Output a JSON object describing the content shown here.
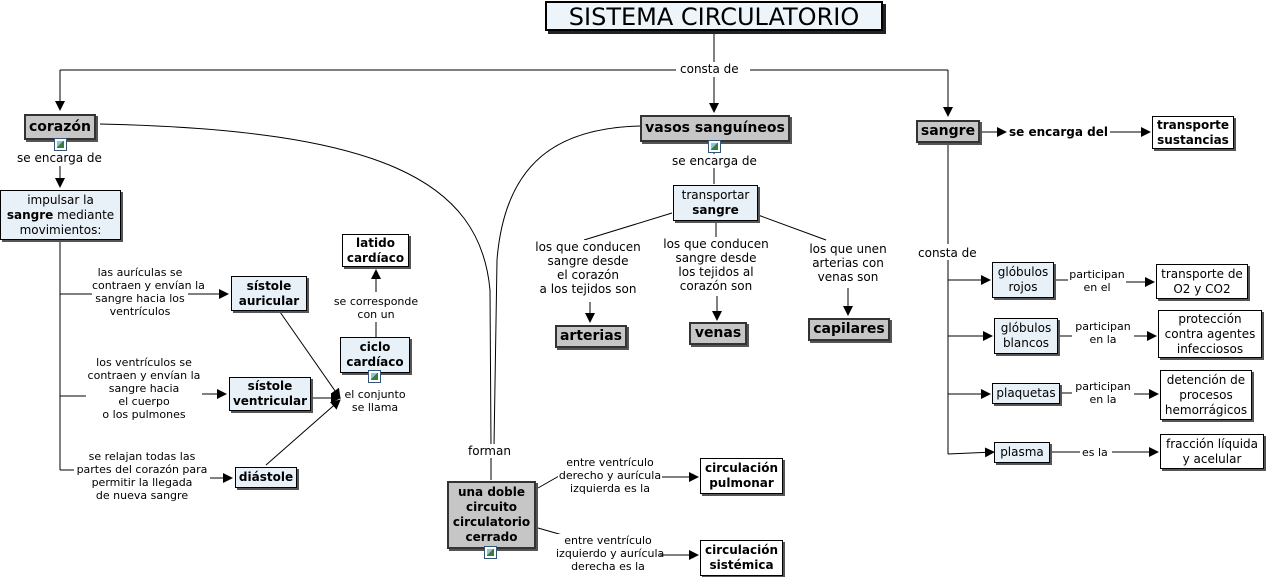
{
  "title": "SISTEMA CIRCULATORIO",
  "top_link": "consta de",
  "corazon": {
    "label": "corazón",
    "link": "se encarga de",
    "function_lines": [
      "impulsar la",
      "sangre",
      "mediante",
      "movimientos:"
    ],
    "fase_auricular_text": [
      "las aurículas se",
      "contraen y envían la",
      "sangre hacia los",
      "ventrículos"
    ],
    "sistole_auricular": [
      "sístole",
      "auricular"
    ],
    "fase_ventricular_text": [
      "los ventrículos se",
      "contraen y envían la",
      "sangre hacia",
      "el cuerpo",
      "o los pulmones"
    ],
    "sistole_ventricular": [
      "sístole",
      "ventricular"
    ],
    "fase_relajacion_text": [
      "se relajan todas las",
      "partes del corazón para",
      "permitir la llegada",
      "de nueva sangre"
    ],
    "diastole": "diástole",
    "conjunto_link": [
      "el conjunto",
      "se llama"
    ],
    "ciclo": [
      "ciclo",
      "cardíaco"
    ],
    "corresponde_link": [
      "se corresponde",
      "con un"
    ],
    "latido": [
      "latido",
      "cardíaco"
    ]
  },
  "vasos": {
    "label": "vasos sanguíneos",
    "link": "se encarga de",
    "function_lines": [
      "transportar",
      "sangre"
    ],
    "arterias_link": [
      "los que conducen",
      "sangre desde",
      "el corazón",
      "a los tejidos son"
    ],
    "arterias": "arterias",
    "venas_link": [
      "los que conducen",
      "sangre desde",
      "los tejidos al",
      "corazón son"
    ],
    "venas": "venas",
    "capilares_link": [
      "los que unen",
      "arterias con",
      "venas son"
    ],
    "capilares": "capilares"
  },
  "circuito": {
    "link": "forman",
    "label": [
      "una doble",
      "circuito",
      "circulatorio",
      "cerrado"
    ],
    "pulmonar_link": [
      "entre ventrículo",
      "derecho y aurícula",
      "izquierda es la"
    ],
    "pulmonar": [
      "circulación",
      "pulmonar"
    ],
    "sistemica_link": [
      "entre ventrículo",
      "izquierdo y aurícula",
      "derecha es la"
    ],
    "sistemica": [
      "circulación",
      "sistémica"
    ]
  },
  "sangre": {
    "label": "sangre",
    "link": "se encarga del",
    "function_lines": [
      "transporte",
      "sustancias"
    ],
    "consta_link": "consta de",
    "rojos": [
      "glóbulos",
      "rojos"
    ],
    "rojos_link": [
      "participan",
      "en el"
    ],
    "rojos_fn": [
      "transporte de",
      "O2 y CO2"
    ],
    "blancos": [
      "glóbulos",
      "blancos"
    ],
    "blancos_link": [
      "participan",
      "en la"
    ],
    "blancos_fn": [
      "protección",
      "contra agentes",
      "infecciosos"
    ],
    "plaquetas": "plaquetas",
    "plaquetas_link": [
      "participan",
      "en  la"
    ],
    "plaquetas_fn": [
      "detención de",
      "procesos",
      "hemorrágicos"
    ],
    "plasma": "plasma",
    "plasma_link": "es la",
    "plasma_fn": [
      "fracción líquida",
      "y acelular"
    ]
  },
  "icons": [
    "image-icon"
  ]
}
